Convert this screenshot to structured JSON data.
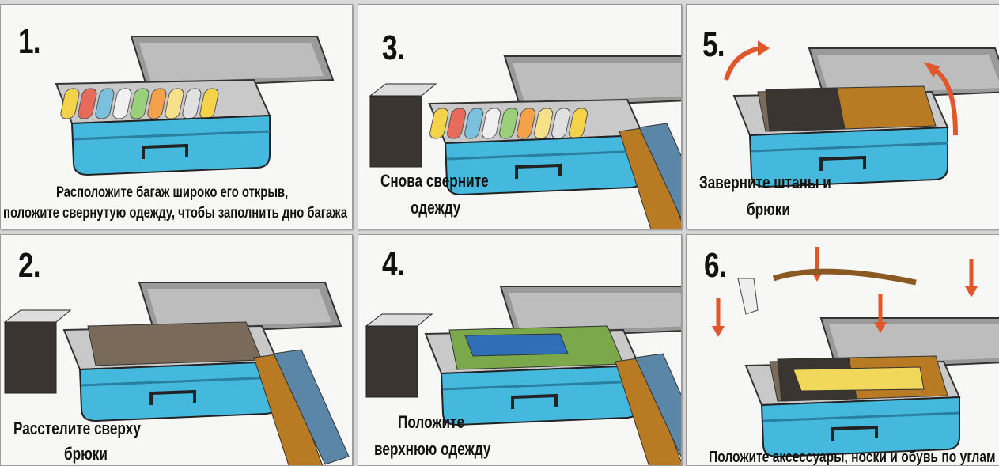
{
  "colors": {
    "suitcase": "#45b8dd",
    "lid": "#9a9a9a",
    "inner": "#c9c9c9",
    "pants": "#b87a22",
    "jeans": "#5a86a8",
    "arrow": "#e0572b"
  },
  "steps": [
    {
      "number": "1.",
      "lines": [
        "Расположите багаж широко его открыв,",
        "положите свернутую одежду, чтобы заполнить дно багажа"
      ]
    },
    {
      "number": "2.",
      "lines": [
        "Расстелите сверху",
        "брюки"
      ]
    },
    {
      "number": "3.",
      "lines": [
        "Снова сверните",
        "одежду"
      ]
    },
    {
      "number": "4.",
      "lines": [
        "Положите",
        "верхнюю одежду"
      ]
    },
    {
      "number": "5.",
      "lines": [
        "Заверните штаны и",
        "брюки"
      ]
    },
    {
      "number": "6.",
      "lines": [
        "Положите аксессуары, носки и обувь по углам"
      ]
    }
  ]
}
